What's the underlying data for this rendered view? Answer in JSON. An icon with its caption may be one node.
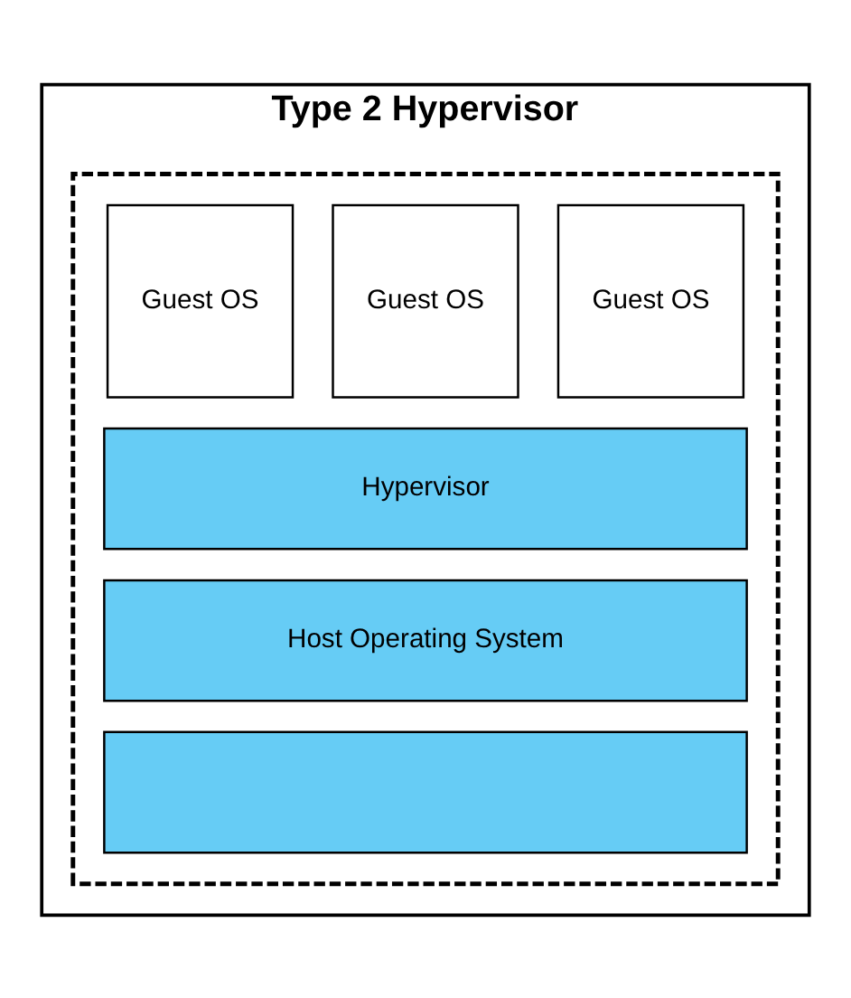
{
  "diagram": {
    "nodes": [
      {
        "text": [
          "Type 2 Hypervisor"
        ]
      },
      {
        "text": [],
        "shape": "box",
        "in": 0
      },
      {
        "text": [
          "Guest OS"
        ],
        "in": 1
      },
      {
        "text": [
          "Guest OS"
        ],
        "in": 1
      },
      {
        "text": [
          "Guest OS"
        ],
        "in": 1
      },
      {
        "text": [
          "Hypervisor"
        ],
        "in": 1
      },
      {
        "text": [
          "Host Operating System"
        ],
        "in": 1
      },
      {
        "text": [],
        "shape": "box",
        "in": 1
      }
    ],
    "edges": []
  }
}
